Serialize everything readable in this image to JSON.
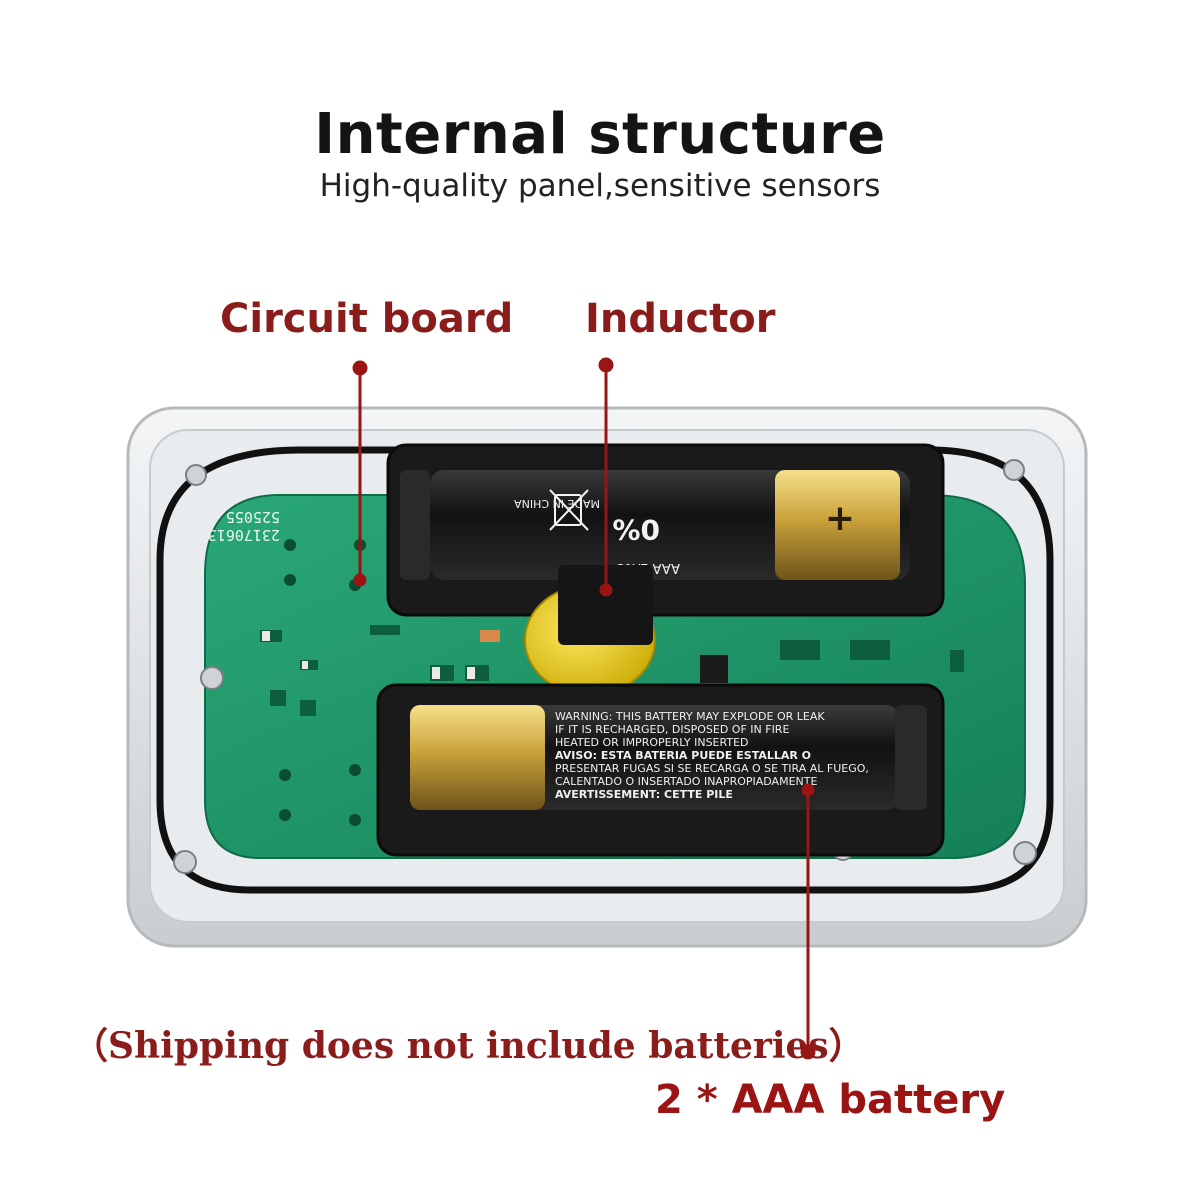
{
  "header": {
    "title": "Internal structure",
    "subtitle": "High-quality panel,sensitive sensors"
  },
  "callouts": {
    "circuit_board": "Circuit board",
    "inductor": "Inductor",
    "battery": "2 * AAA battery"
  },
  "note": "（Shipping does not include batteries）",
  "battery_labels": {
    "top_brand": "AAA LR03",
    "top_percent": "0%",
    "top_origin": "MADE IN CHINA",
    "bottom_warning_1": "WARNING: THIS BATTERY MAY EXPLODE OR LEAK",
    "bottom_warning_2": "IF IT IS RECHARGED, DISPOSED OF IN FIRE",
    "bottom_warning_3": "HEATED OR IMPROPERLY INSERTED",
    "bottom_aviso": "AVISO: ESTA BATERIA PUEDE ESTALLAR O",
    "bottom_aviso_2": "PRESENTAR FUGAS SI SE RECARGA O SE TIRA AL FUEGO,",
    "bottom_aviso_3": "CALENTADO O INSERTADO INAPROPIADAMENTE",
    "bottom_avert": "AVERTISSEMENT: CETTE PILE",
    "plus_sign": "+"
  },
  "pcb_labels": {
    "code_1": "525055",
    "code_2": "23170613"
  },
  "colors": {
    "accent_red": "#8b1c1c",
    "pcb_green": "#1f9a6a",
    "battery_gold": "#c9a23a"
  }
}
